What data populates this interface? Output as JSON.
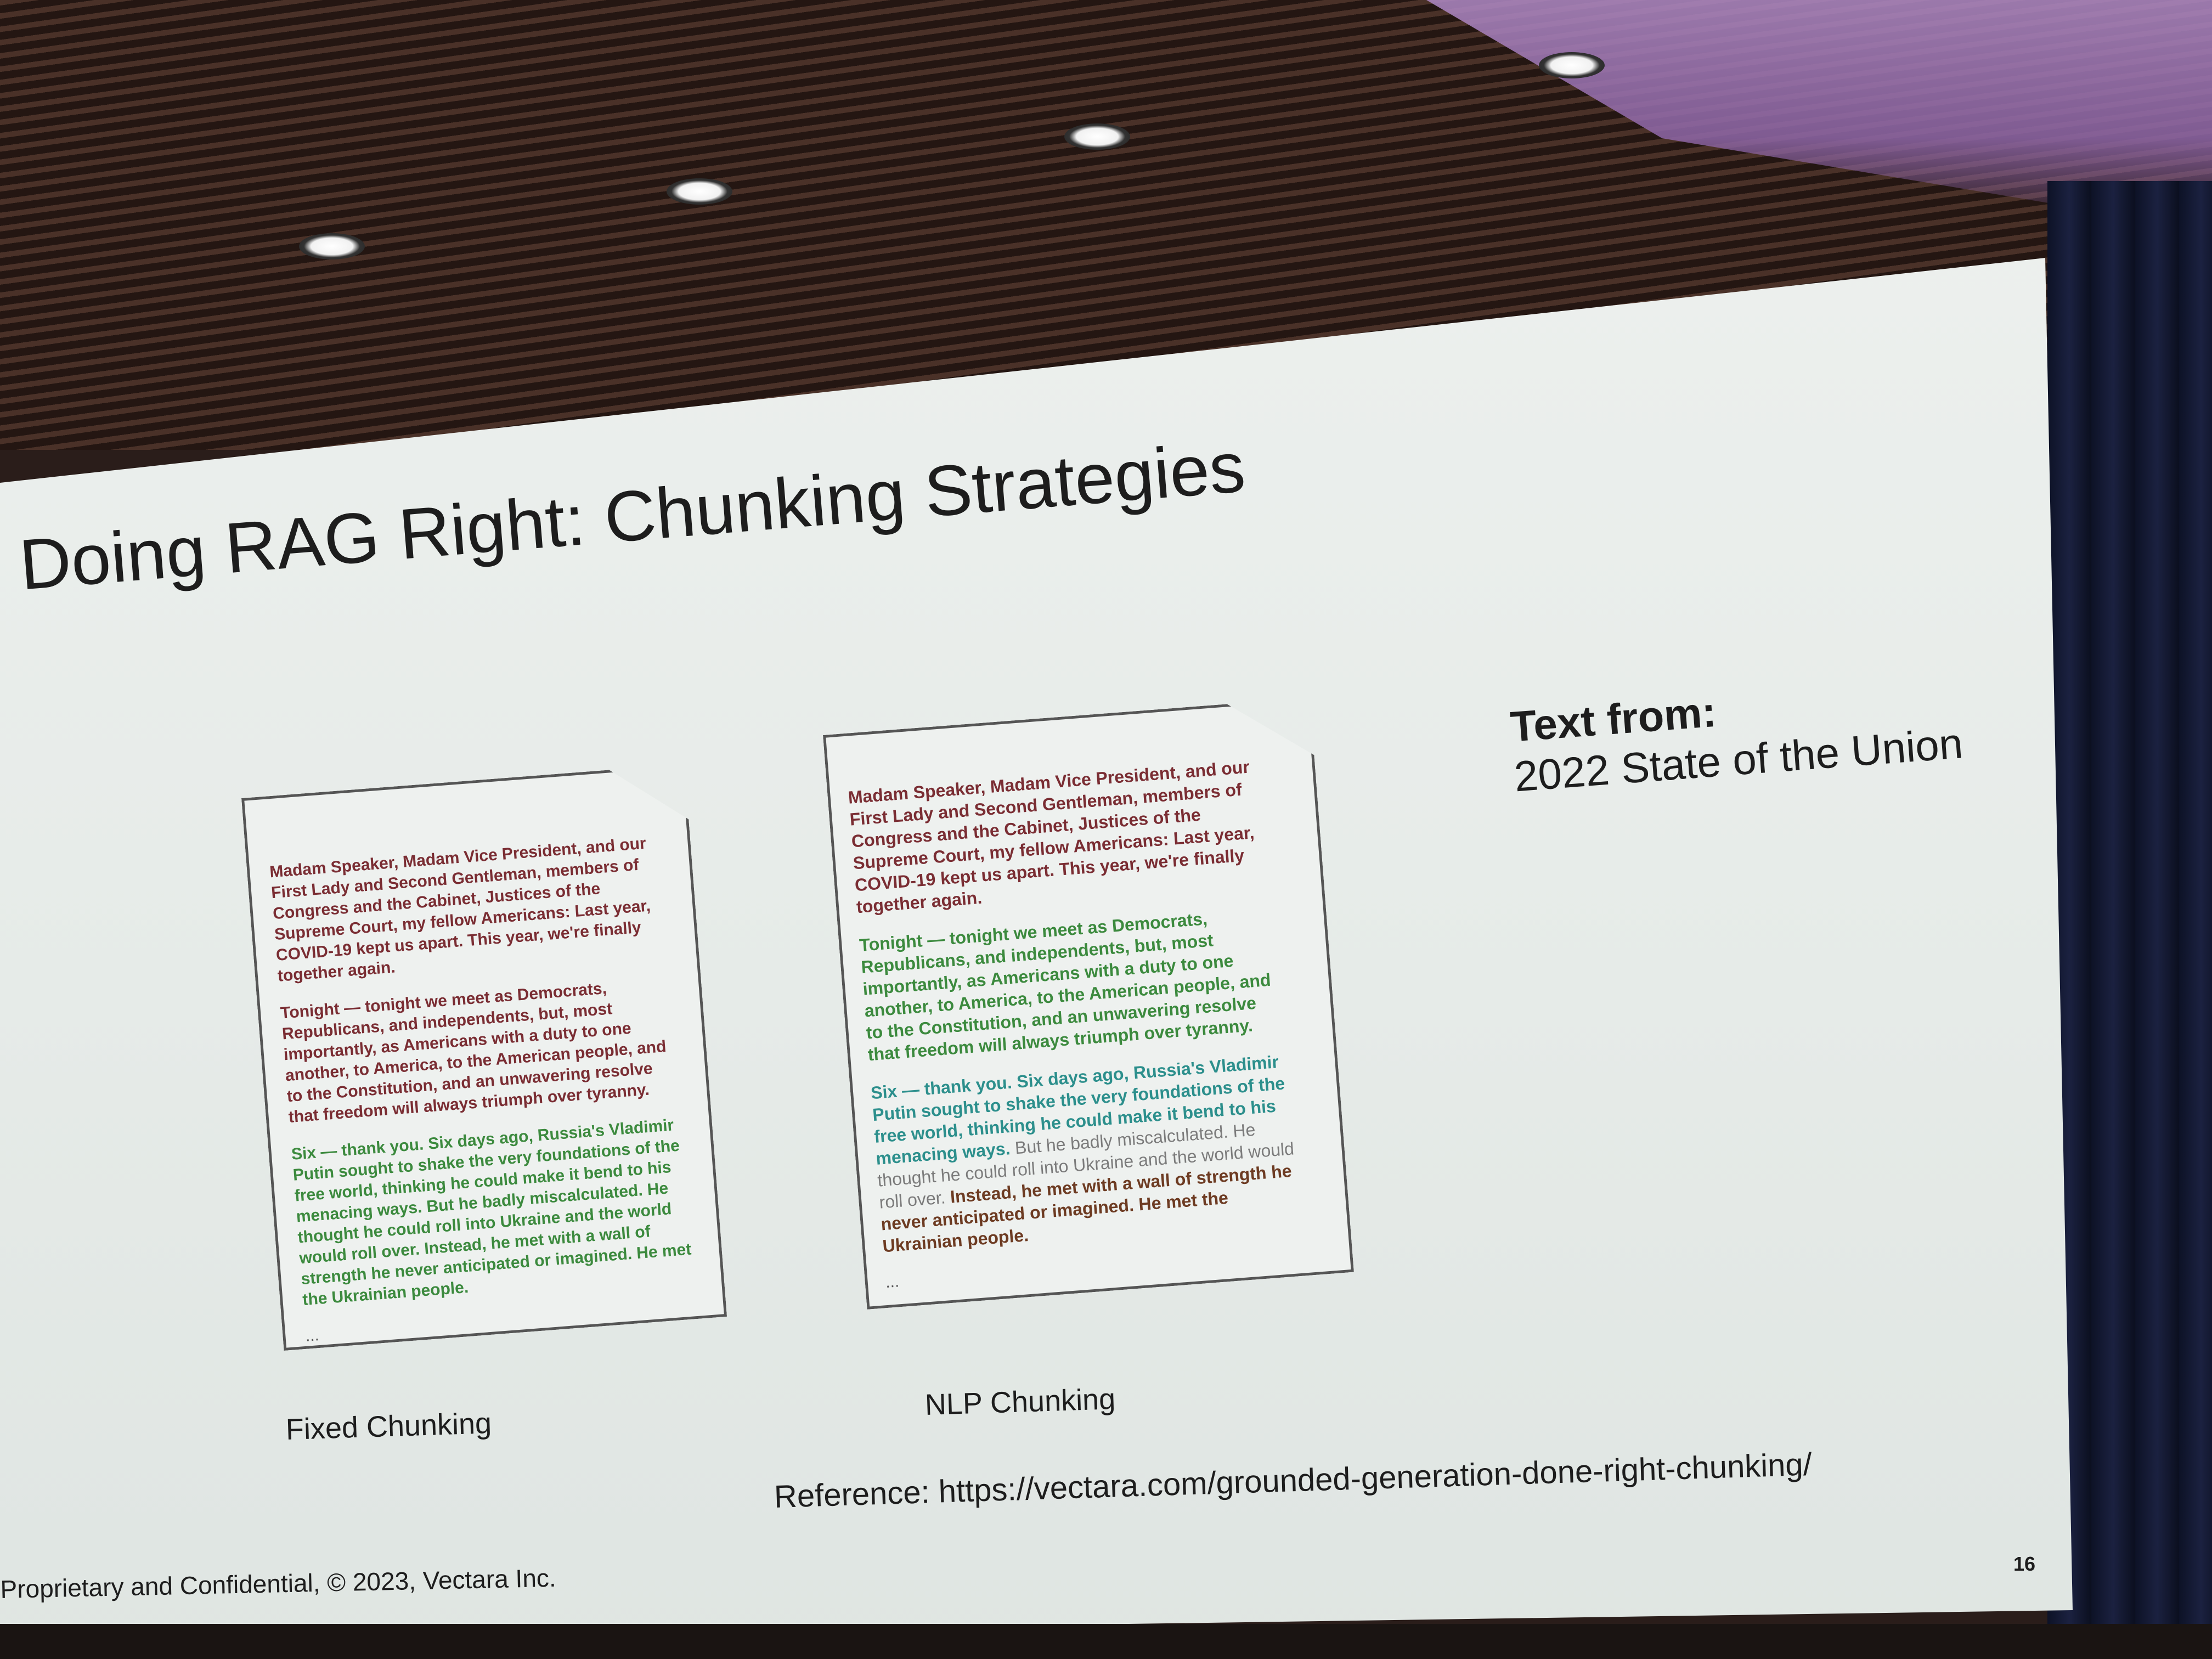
{
  "slide": {
    "title": "Doing RAG Right: Chunking Strategies",
    "text_from_label": "Text from:",
    "text_from_source": "2022 State of the Union",
    "fixed_caption": "Fixed Chunking",
    "nlp_caption": "NLP Chunking",
    "reference": "Reference: https://vectara.com/grounded-generation-done-right-chunking/",
    "footer": "Proprietary and Confidential, © 2023, Vectara Inc.",
    "page_number": "16"
  },
  "fixed_doc": {
    "p1": "Madam Speaker, Madam Vice President, and our First Lady and Second Gentleman, members of Congress and the Cabinet, Justices of the Supreme Court, my fellow Americans: Last year, COVID-19 kept us apart. This year, we're finally together again.",
    "p2": "Tonight — tonight we meet as Democrats, Republicans, and independents, but, most importantly, as Americans with a duty to one another, to America, to the American people, and to the Constitution, and an unwavering resolve that freedom will always triumph over tyranny.",
    "p3": "Six — thank you. Six days ago, Russia's Vladimir Putin sought to shake the very foundations of the free world, thinking he could make it bend to his menacing ways. But he badly miscalculated. He thought he could roll into Ukraine and the world would roll over. Instead, he met with a wall of strength he never anticipated or imagined. He met the Ukrainian people.",
    "ellipsis": "..."
  },
  "nlp_doc": {
    "p1": "Madam Speaker, Madam Vice President, and our First Lady and Second Gentleman, members of Congress and the Cabinet, Justices of the Supreme Court, my fellow Americans: Last year, COVID-19 kept us apart. This year, we're finally together again.",
    "p2": "Tonight — tonight we meet as Democrats, Republicans, and independents, but, most importantly, as Americans with a duty to one another, to America, to the American people, and to the Constitution, and an unwavering resolve that freedom will always triumph over tyranny.",
    "p3a": "Six — thank you. Six days ago, Russia's Vladimir Putin sought to shake the very foundations of the free world, thinking he could make it bend to his menacing ways.",
    "p3b": " But he badly miscalculated. He thought he could roll into Ukraine and the world would roll over.",
    "p3c": " Instead, he met with a wall of strength he never anticipated or imagined. He met the Ukrainian people.",
    "ellipsis": "..."
  },
  "colors": {
    "chunk1": "#7a2d33",
    "chunk2": "#3c8a3e",
    "chunk3": "#2c8f8c",
    "chunk4": "#7b7b7b",
    "chunk5": "#6d3b22"
  }
}
